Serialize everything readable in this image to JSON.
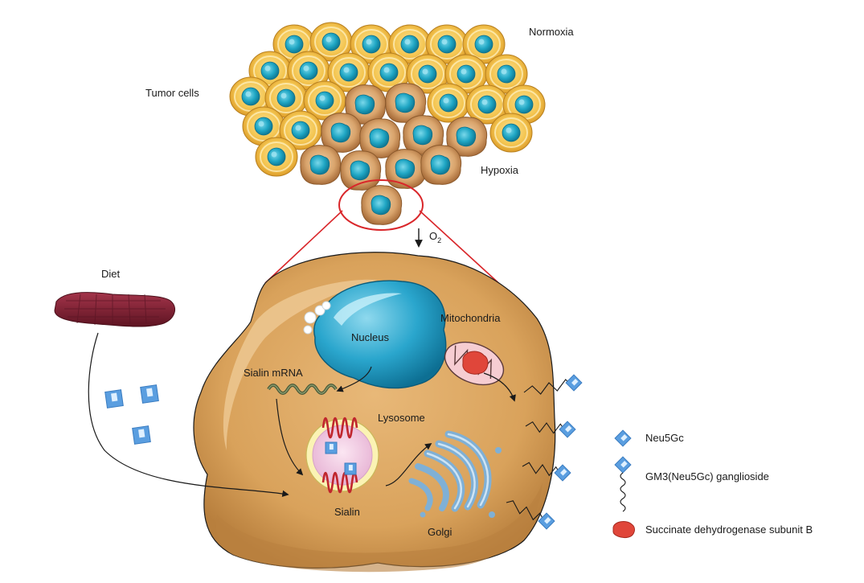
{
  "labels": {
    "normoxia": "Normoxia",
    "tumor_cells": "Tumor cells",
    "hypoxia": "Hypoxia",
    "oxygen": "O",
    "oxygen_subscript": "2",
    "diet": "Diet",
    "nucleus": "Nucleus",
    "mitochondria": "Mitochondria",
    "sialin_mrna": "Sialin mRNA",
    "lysosome": "Lysosome",
    "sialin": "Sialin",
    "golgi": "Golgi"
  },
  "legend": {
    "items": [
      {
        "label": "Neu5Gc",
        "icon": "neu5gc-icon"
      },
      {
        "label": "GM3(Neu5Gc) ganglioside",
        "icon": "ganglioside-icon"
      },
      {
        "label": "Succinate dehydrogenase subunit B",
        "icon": "sdhb-icon"
      }
    ]
  },
  "colors": {
    "normoxic_cell": "#f2c04a",
    "normoxic_rim": "#e0a42e",
    "hypoxic_cell": "#d9a46c",
    "hypoxic_rim": "#b77a45",
    "nucleus": "#1fa6c4",
    "cell_body": "#d9a25b",
    "cell_rim": "#b87f3d",
    "neu5gc": "#5a9ee0",
    "sdhb": "#e0463a",
    "highlight_circle": "#d9262a",
    "diet_meat": "#7a1d2e"
  }
}
